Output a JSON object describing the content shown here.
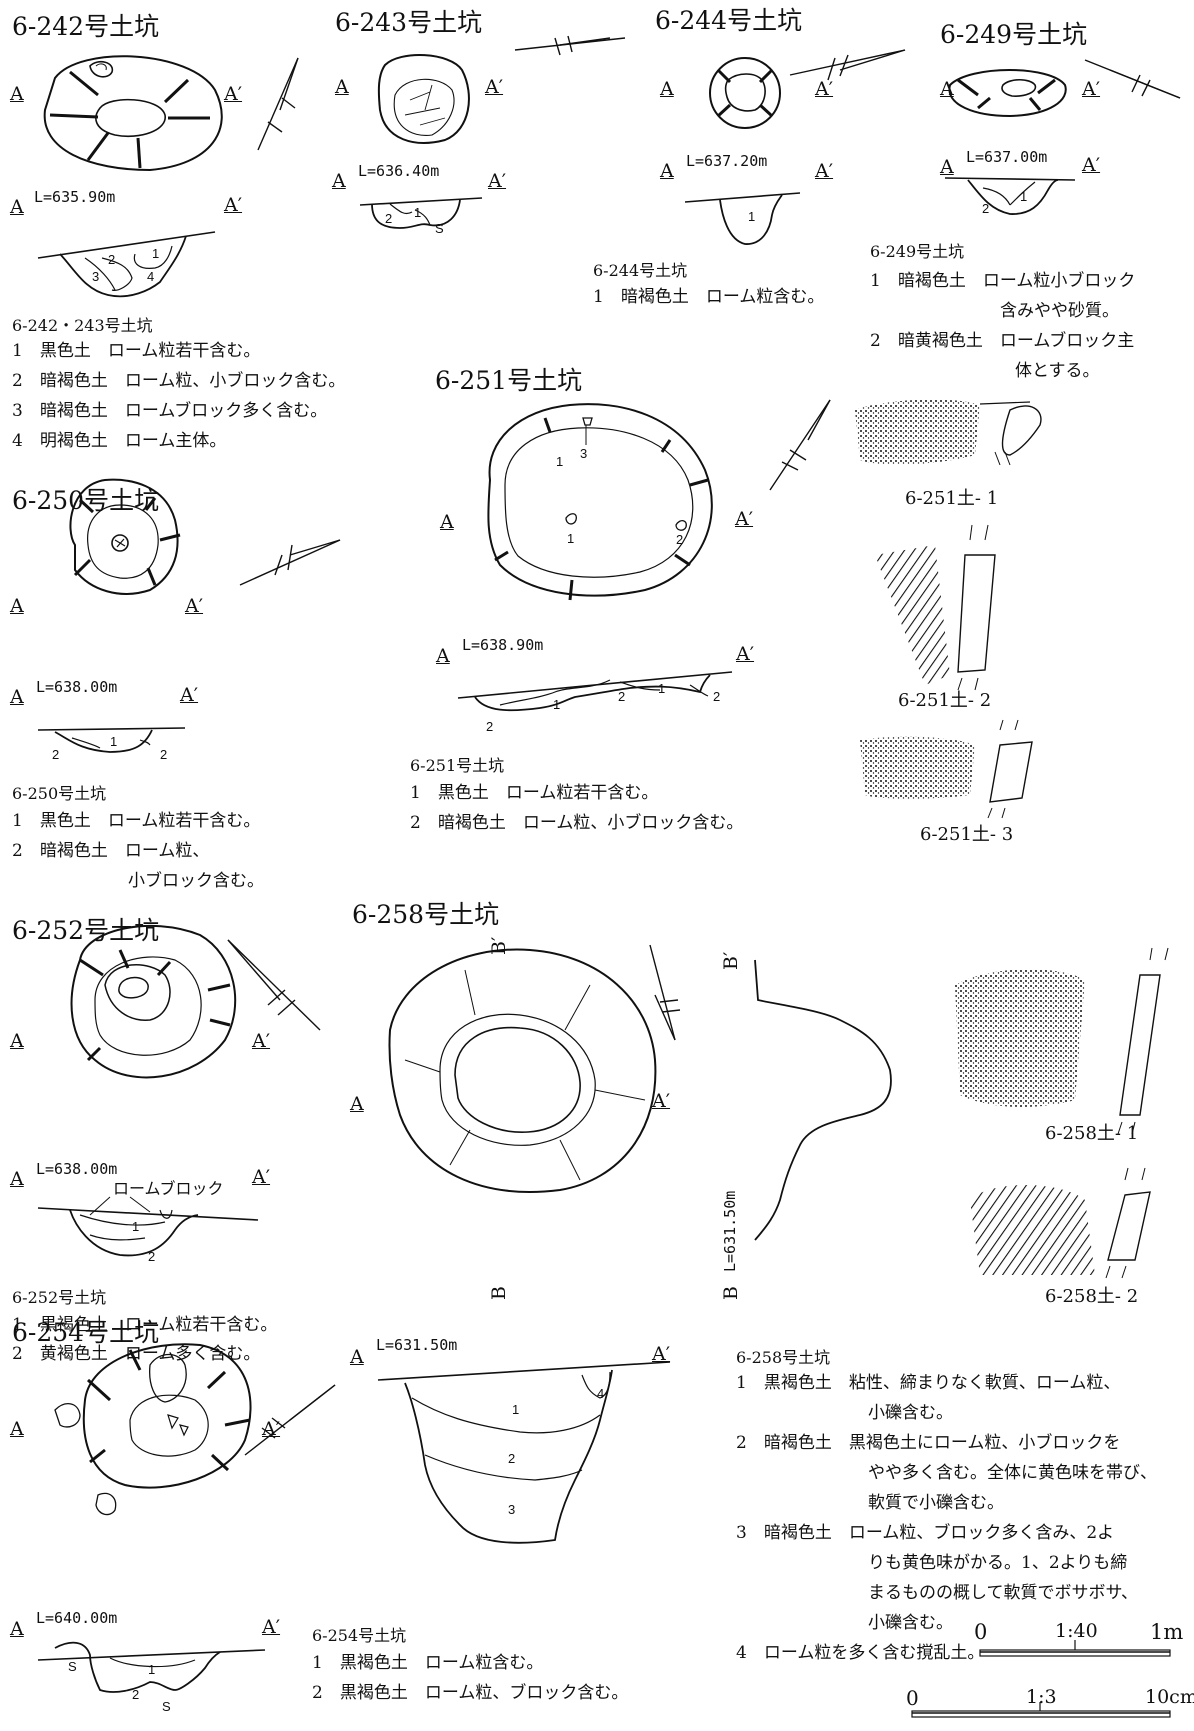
{
  "pits": {
    "p242": {
      "title": "6-242号土坑",
      "a": "A",
      "a2": "A′",
      "elev": "L=635.90m"
    },
    "p243": {
      "title": "6-243号土坑",
      "a": "A",
      "a2": "A′",
      "elev": "L=636.40m"
    },
    "p244": {
      "title": "6-244号土坑",
      "a": "A",
      "a2": "A′",
      "elev": "L=637.20m"
    },
    "p249": {
      "title": "6-249号土坑",
      "a": "A",
      "a2": "A′",
      "elev": "L=637.00m"
    },
    "p250": {
      "title": "6-250号土坑",
      "a": "A",
      "a2": "A′",
      "elev": "L=638.00m"
    },
    "p251": {
      "title": "6-251号土坑",
      "a": "A",
      "a2": "A′",
      "elev": "L=638.90m"
    },
    "p252": {
      "title": "6-252号土坑",
      "a": "A",
      "a2": "A′",
      "elev": "L=638.00m",
      "note": "ロームブロック"
    },
    "p254": {
      "title": "6-254号土坑",
      "a": "A",
      "a2": "A′",
      "elev": "L=640.00m"
    },
    "p258": {
      "title": "6-258号土坑",
      "a": "A",
      "a2": "A′",
      "b": "B",
      "b2": "B′",
      "elev": "L=631.50m"
    }
  },
  "legends": {
    "l242": {
      "heading": "6-242・243号土坑",
      "rows": [
        {
          "n": "1",
          "soil": "黒色土",
          "desc": "ローム粒若干含む。"
        },
        {
          "n": "2",
          "soil": "暗褐色土",
          "desc": "ローム粒、小ブロック含む。"
        },
        {
          "n": "3",
          "soil": "暗褐色土",
          "desc": "ロームブロック多く含む。"
        },
        {
          "n": "4",
          "soil": "明褐色土",
          "desc": "ローム主体。"
        }
      ]
    },
    "l244": {
      "heading": "6-244号土坑",
      "rows": [
        {
          "n": "1",
          "soil": "暗褐色土",
          "desc": "ローム粒含む。"
        }
      ]
    },
    "l249": {
      "heading": "6-249号土坑",
      "rows": [
        {
          "n": "1",
          "soil": "暗褐色土",
          "desc": "ローム粒小ブロック",
          "desc2": "含みやや砂質。"
        },
        {
          "n": "2",
          "soil": "暗黄褐色土",
          "desc": "ロームブロック主",
          "desc2": "体とする。"
        }
      ]
    },
    "l250": {
      "heading": "6-250号土坑",
      "rows": [
        {
          "n": "1",
          "soil": "黒色土",
          "desc": "ローム粒若干含む。"
        },
        {
          "n": "2",
          "soil": "暗褐色土",
          "desc": "ローム粒、",
          "desc2": "小ブロック含む。"
        }
      ]
    },
    "l251": {
      "heading": "6-251号土坑",
      "rows": [
        {
          "n": "1",
          "soil": "黒色土",
          "desc": "ローム粒若干含む。"
        },
        {
          "n": "2",
          "soil": "暗褐色土",
          "desc": "ローム粒、小ブロック含む。"
        }
      ]
    },
    "l252": {
      "heading": "6-252号土坑",
      "rows": [
        {
          "n": "1",
          "soil": "黒褐色土",
          "desc": "ローム粒若干含む。"
        },
        {
          "n": "2",
          "soil": "黄褐色土",
          "desc": "ローム多く含む。"
        }
      ]
    },
    "l254": {
      "heading": "6-254号土坑",
      "rows": [
        {
          "n": "1",
          "soil": "黒褐色土",
          "desc": "ローム粒含む。"
        },
        {
          "n": "2",
          "soil": "黒褐色土",
          "desc": "ローム粒、ブロック含む。"
        }
      ]
    },
    "l258": {
      "heading": "6-258号土坑",
      "rows": [
        {
          "n": "1",
          "soil": "黒褐色土",
          "desc": "粘性、締まりなく軟質、ローム粒、",
          "desc2": "小礫含む。"
        },
        {
          "n": "2",
          "soil": "暗褐色土",
          "desc": "黒褐色土にローム粒、小ブロックを",
          "desc2": "やや多く含む。全体に黄色味を帯び、",
          "desc3": "軟質で小礫含む。"
        },
        {
          "n": "3",
          "soil": "暗褐色土",
          "desc": "ローム粒、ブロック多く含み、2よ",
          "desc2": "りも黄色味がかる。1、2よりも締",
          "desc3": "まるものの概して軟質でボサボサ、",
          "desc4": "小礫含む。"
        },
        {
          "n": "4",
          "soil": "",
          "desc": "ローム粒を多く含む撹乱土。"
        }
      ]
    }
  },
  "sherds": {
    "s1": "6-251土- 1",
    "s2": "6-251土- 2",
    "s3": "6-251土- 3",
    "s4": "6-258土- 1",
    "s5": "6-258土- 2"
  },
  "scale": {
    "s40": {
      "zero": "0",
      "ratio": "1:40",
      "len": "1m"
    },
    "s3": {
      "zero": "0",
      "ratio": "1:3",
      "len": "10cm"
    }
  },
  "layer_numbers": {
    "one": "1",
    "two": "2",
    "three": "3",
    "four": "4",
    "s": "S"
  }
}
